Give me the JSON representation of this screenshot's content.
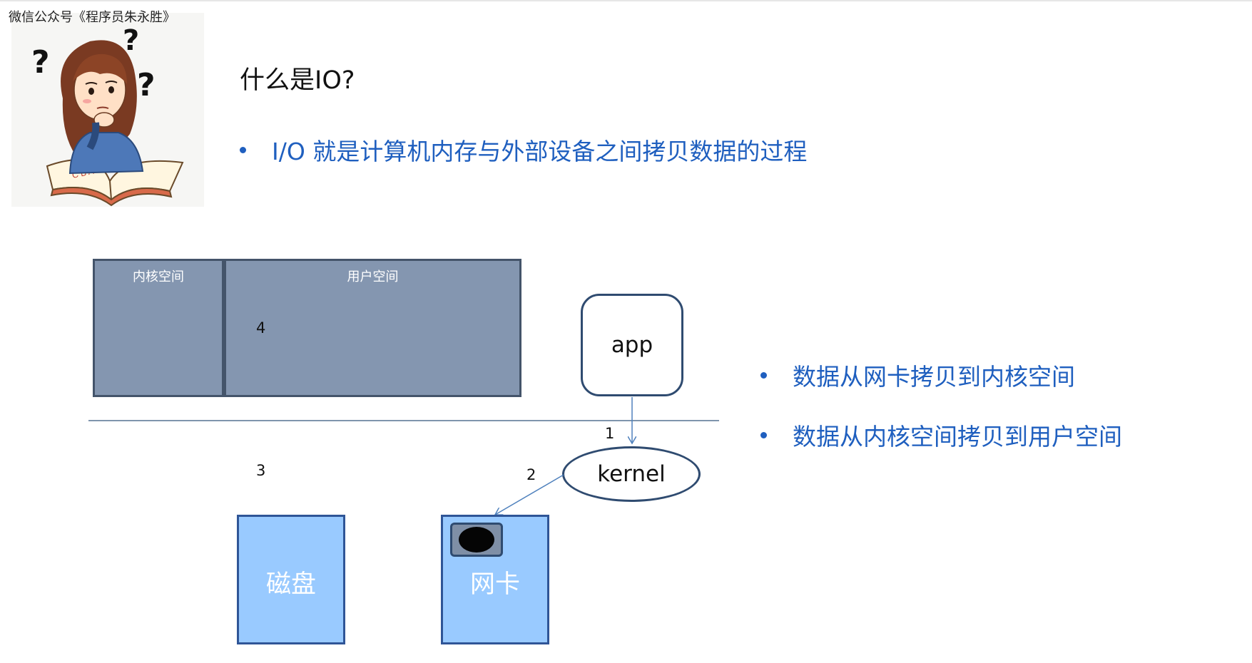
{
  "watermark": "微信公众号《程序员朱永胜》",
  "title": "什么是IO?",
  "bullets": {
    "definition": "I/O 就是计算机内存与外部设备之间拷贝数据的过程",
    "step_a": "数据从网卡拷贝到内核空间",
    "step_b": "数据从内核空间拷贝到用户空间"
  },
  "diagram": {
    "kernel_space_label": "内核空间",
    "user_space_label": "用户空间",
    "app_label": "app",
    "kernel_label": "kernel",
    "disk_label": "磁盘",
    "nic_label": "网卡",
    "step_numbers": {
      "one": "1",
      "two": "2",
      "three": "3",
      "four": "4"
    }
  },
  "colors": {
    "bullet_text": "#1f5fbf",
    "memory_region_fill": "#8496b0",
    "device_fill": "#99caff",
    "outline": "#2f4b70"
  }
}
